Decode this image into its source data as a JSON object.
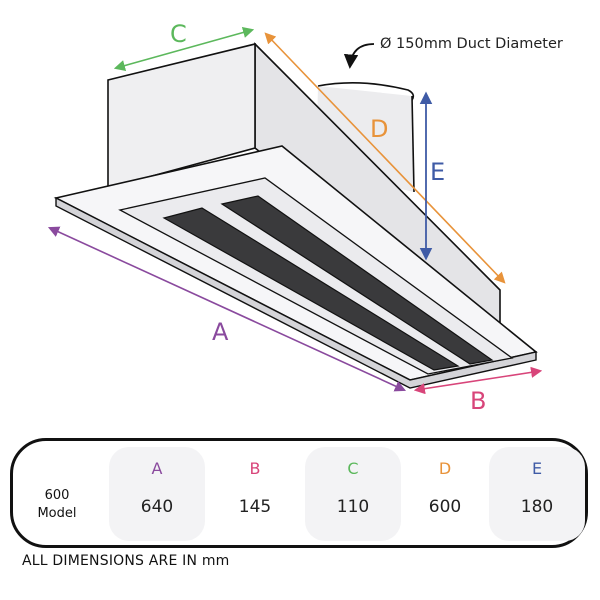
{
  "diagram": {
    "dimension_letters": {
      "A": "A",
      "B": "B",
      "C": "C",
      "D": "D",
      "E": "E"
    },
    "duct_callout": "Ø 150mm Duct Diameter"
  },
  "colors": {
    "A": "#8a4a9e",
    "B": "#d8457a",
    "C": "#5cb85c",
    "D": "#e8933a",
    "E": "#3f5ba6"
  },
  "table": {
    "row_label_line1": "600",
    "row_label_line2": "Model",
    "columns": [
      {
        "letter": "A",
        "value": "640",
        "color": "#8a4a9e"
      },
      {
        "letter": "B",
        "value": "145",
        "color": "#d8457a"
      },
      {
        "letter": "C",
        "value": "110",
        "color": "#5cb85c"
      },
      {
        "letter": "D",
        "value": "600",
        "color": "#e8933a"
      },
      {
        "letter": "E",
        "value": "180",
        "color": "#3f5ba6"
      }
    ]
  },
  "footnote": "ALL DIMENSIONS ARE IN mm"
}
